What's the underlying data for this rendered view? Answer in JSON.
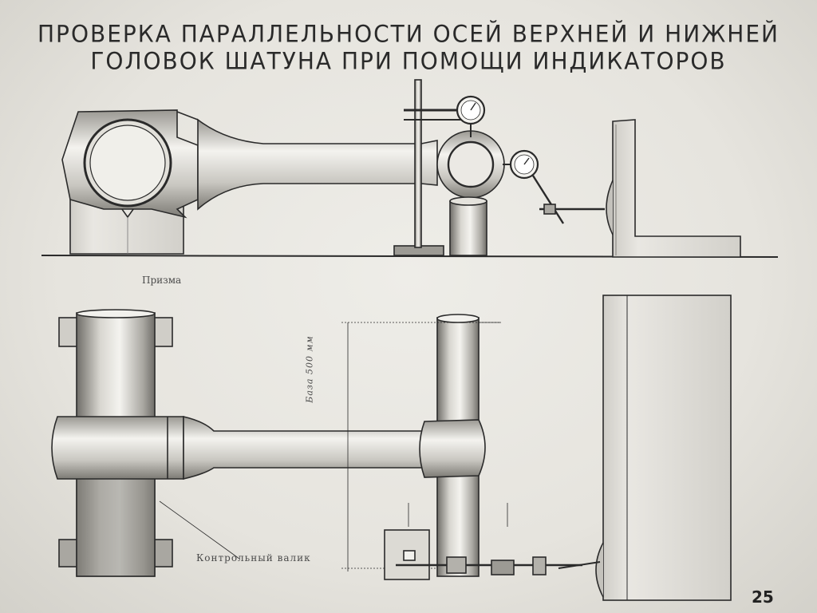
{
  "title": {
    "line1": "ПРОВЕРКА ПАРАЛЛЕЛЬНОСТИ ОСЕЙ ВЕРХНЕЙ И НИЖНЕЙ",
    "line2": "ГОЛОВОК ШАТУНА ПРИ ПОМОЩИ ИНДИКАТОРОВ"
  },
  "labels": {
    "prism": "Призма",
    "control_roller": "Контрольный валик",
    "base": "База 500 мм"
  },
  "page_number": "25",
  "colors": {
    "background": "#e6e4de",
    "ink": "#2a2a2a",
    "metal_light": "#f2f1ed",
    "metal_dark": "#8e8c86"
  }
}
